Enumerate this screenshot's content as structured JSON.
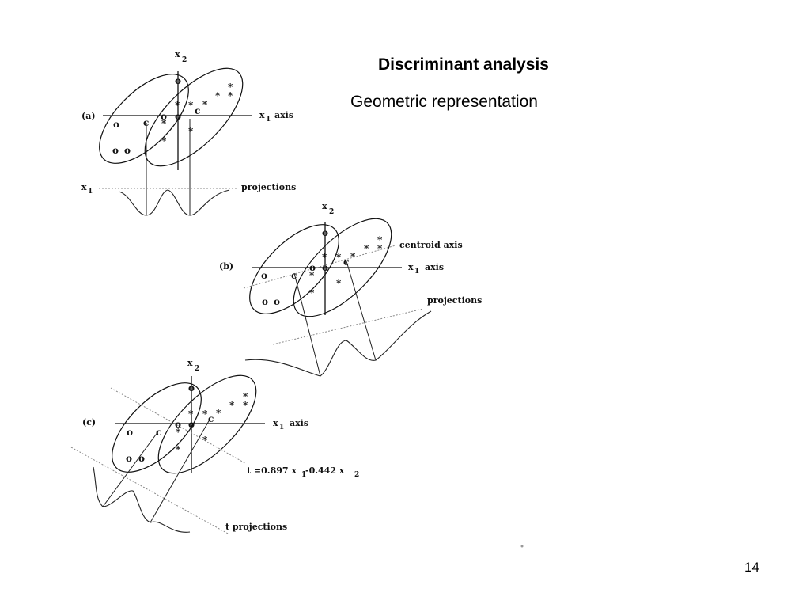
{
  "slide": {
    "title": "Discriminant analysis",
    "subtitle": "Geometric representation",
    "page_number": "14"
  },
  "figure": {
    "panel_a": {
      "tag": "(a)",
      "x2_label": "x",
      "x2_sub": "2",
      "x1_axis_label": "x",
      "x1_axis_sub": "1",
      "x1_axis_word": "axis",
      "proj_axis_label": "x",
      "proj_axis_sub": "1",
      "projections_label": "projections"
    },
    "panel_b": {
      "tag": "(b)",
      "x2_label": "x",
      "x2_sub": "2",
      "x1_axis_label": "x",
      "x1_axis_sub": "1",
      "x1_axis_word": "axis",
      "centroid_axis_label": "centroid axis",
      "projections_label": "projections"
    },
    "panel_c": {
      "tag": "(c)",
      "x2_label": "x",
      "x2_sub": "2",
      "x1_axis_label": "x",
      "x1_axis_sub": "1",
      "x1_axis_word": "axis",
      "equation_lhs": "t =0.897 x",
      "equation_sub1": "1",
      "equation_mid": " -0.442 x",
      "equation_sub2": "2",
      "t_projections_label": "t projections"
    },
    "symbols": {
      "circle": "o",
      "star": "*",
      "centroid": "c"
    }
  }
}
